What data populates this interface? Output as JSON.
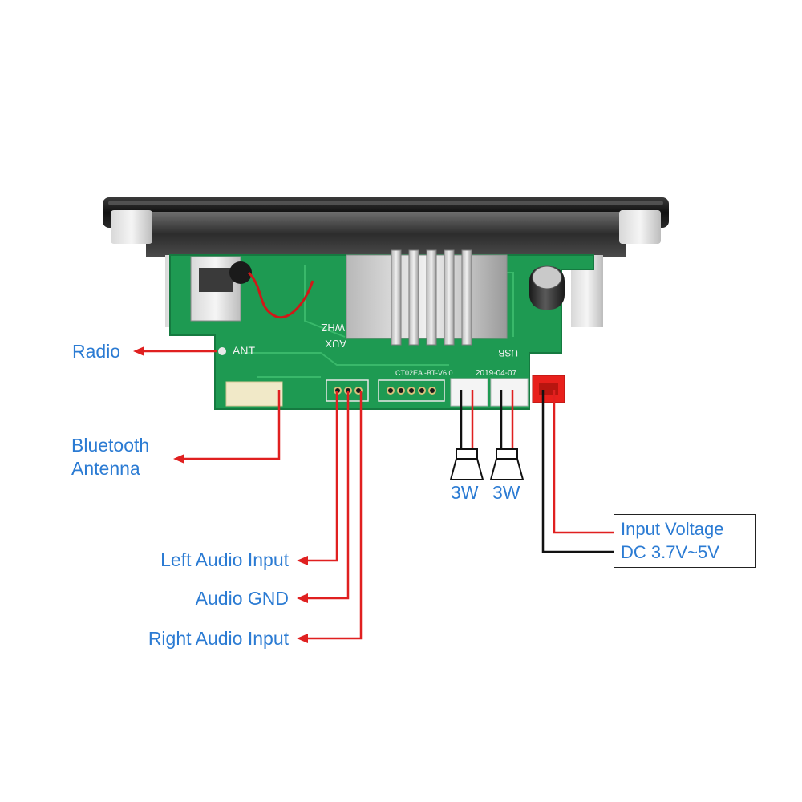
{
  "board": {
    "ant_silk": "ANT",
    "whz_silk": "WHZ",
    "aux_silk": "AUX",
    "usb_silk": "USB",
    "model_silk": "CT02EA -BT-V6.0",
    "date_silk": "2019-04-07"
  },
  "labels": {
    "radio": "Radio",
    "bt_line1": "Bluetooth",
    "bt_line2": "Antenna",
    "left_audio": "Left Audio Input",
    "audio_gnd": "Audio GND",
    "right_audio": "Right Audio Input",
    "spk1": "3W",
    "spk2": "3W",
    "voltage_line1": "Input Voltage",
    "voltage_line2": "DC 3.7V~5V"
  },
  "colors": {
    "label": "#2b7bd3",
    "wire_red": "#e02020",
    "wire_black": "#111111",
    "pcb_green": "#1e9a52",
    "connector_red": "#e8201c"
  }
}
